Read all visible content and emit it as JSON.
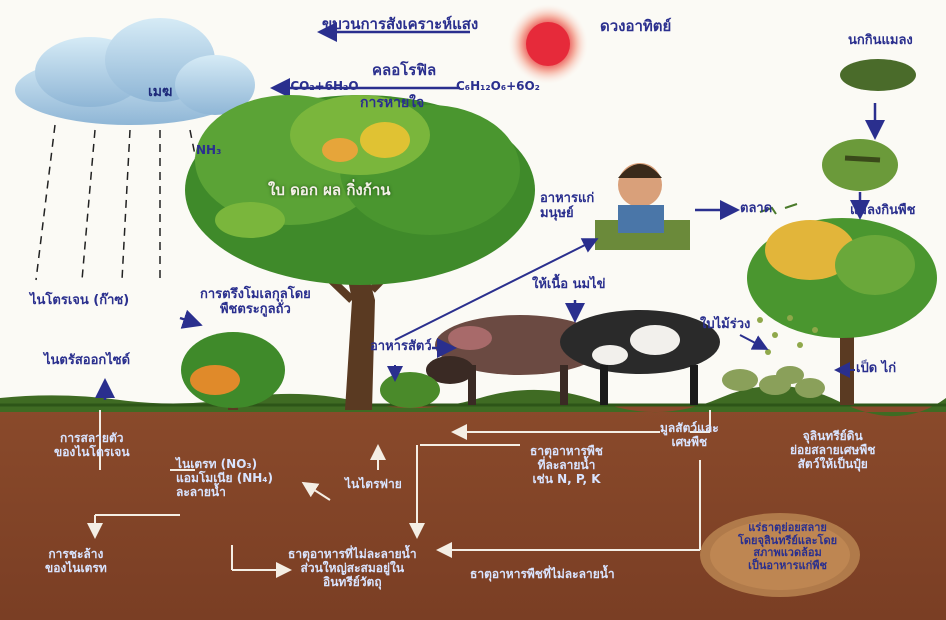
{
  "labels": {
    "photosynthesis": "ขบวนการสังเคราะห์แสง",
    "sun": "ดวงอาทิตย์",
    "cloud": "เมฆ",
    "chlorophyll": "คลอโรฟิล",
    "respiration": "การหายใจ",
    "left_formula": "6CO₂+6H₂O",
    "right_formula": "C₆H₁₂O₆+6O₂",
    "nh3": "NH₃",
    "tree_parts": "ใบ  ดอก  ผล  กิ่งก้าน",
    "human_food": "อาหารแก่\nมนุษย์",
    "market": "ตลาด",
    "insect_eater": "นกกินแมลง",
    "insect_eats_plant": "แมลงกินพืช",
    "meat_milk": "ให้เนื้อ  นมไข่",
    "animal_feed": "อาหารสัตว์",
    "manure": "ใบไม้ร่วง",
    "duck_chicken": "เป็ด  ไก่",
    "nitrogen_gas": "ไนโตรเจน (ก๊าซ)",
    "legume_fixation": "การตรึงโมเลกุลโดย\nพืชตระกูลถั่ว",
    "nitrous_oxide": "ไนตรัสออกไซด์",
    "denitrification": "การสลายตัว\nของไนโตรเจน",
    "nitrate_group": "ไนเตรท (NO₃)\nแอมโมเนีย (NH₄)\nละลายน้ำ",
    "nitrate_leaching": "การชะล้าง\nของไนเตรท",
    "soil_bacteria": "ไนไตรฟาย",
    "dissolved_nutrients": "ธาตุอาหารพืช\nที่ละลายน้ำ\nเช่น N, P, K",
    "animal_plant_waste": "มูลสัตว์และ\nเศษพืช",
    "microbes": "จุลินทรีย์ดิน\nย่อยสลายเศษพืช\nสัตว์ให้เป็นปุ๋ย",
    "insoluble_nutrients": "ธาตุอาหารที่ไม่ละลายน้ำ\nส่วนใหญ่สะสมอยู่ใน\nอินทรีย์วัตถุ",
    "insoluble_plant_nutrients": "ธาตุอาหารพืชที่ไม่ละลายน้ำ",
    "minerals_decompose": "แร่ธาตุย่อยสลาย\nโดยจุลินทรีย์และโดย\nสภาพแวดล้อม\nเป็นอาหารแก่พืช"
  }
}
